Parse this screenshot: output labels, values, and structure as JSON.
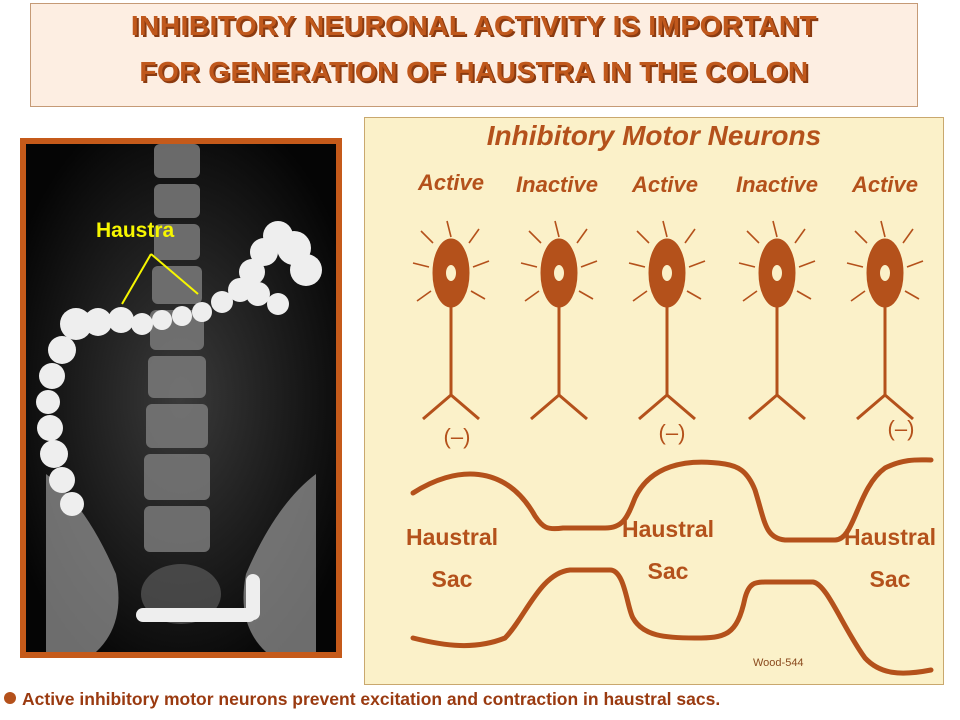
{
  "header": {
    "title_line1": "INHIBITORY NEURONAL ACTIVITY IS IMPORTANT",
    "title_line2": "FOR GENERATION OF HAUSTRA IN THE COLON"
  },
  "xray": {
    "label": "Haustra"
  },
  "diagram": {
    "title": "Inhibitory Motor Neurons",
    "neurons": [
      {
        "state": "Active",
        "sign": "(‒)"
      },
      {
        "state": "Inactive",
        "sign": ""
      },
      {
        "state": "Active",
        "sign": "(‒)"
      },
      {
        "state": "Inactive",
        "sign": ""
      },
      {
        "state": "Active",
        "sign": "(‒)"
      }
    ],
    "sacs": [
      {
        "line1": "Haustral",
        "line2": "Sac"
      },
      {
        "line1": "Haustral",
        "line2": "Sac"
      },
      {
        "line1": "Haustral",
        "line2": "Sac"
      }
    ],
    "credit": "Wood-544"
  },
  "footer": {
    "note": "Active inhibitory motor neurons prevent  excitation and contraction in haustral sacs."
  },
  "colors": {
    "accent": "#b4511b",
    "title": "#c0581c",
    "panel": "#fbf1c9"
  }
}
